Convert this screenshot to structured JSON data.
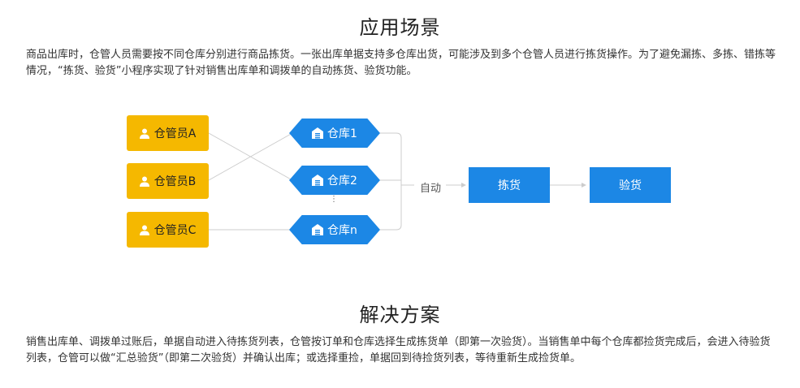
{
  "section1": {
    "title": "应用场景",
    "paragraph": "商品出库时，仓管人员需要按不同仓库分别进行商品拣货。一张出库单据支持多仓库出货，可能涉及到多个仓管人员进行拣货操作。为了避免漏拣、多拣、错拣等情况，“拣货、验货”小程序实现了针对销售出库单和调拨单的自动拣货、验货功能。"
  },
  "diagram": {
    "staff": [
      {
        "label": "仓管员A"
      },
      {
        "label": "仓管员B"
      },
      {
        "label": "仓管员C"
      }
    ],
    "warehouses": [
      {
        "label": "仓库1"
      },
      {
        "label": "仓库2"
      },
      {
        "label": "仓库n"
      }
    ],
    "ellipsis": "⋮",
    "auto_label": "自动",
    "step_pick": "拣货",
    "step_check": "验货",
    "colors": {
      "staff": "#f5b800",
      "warehouse": "#1c87e5",
      "step": "#1c87e5",
      "connector": "#cccccc"
    },
    "icons": {
      "staff": "user-icon",
      "warehouse": "warehouse-icon"
    }
  },
  "section2": {
    "title": "解决方案",
    "paragraph": "销售出库单、调拨单过账后，单据自动进入待拣货列表，仓管按订单和仓库选择生成拣货单（即第一次验货）。当销售单中每个仓库都捡货完成后，会进入待验货列表，仓管可以做“汇总验货”（即第二次验货）并确认出库；或选择重捡，单据回到待捡货列表，等待重新生成捡货单。"
  }
}
